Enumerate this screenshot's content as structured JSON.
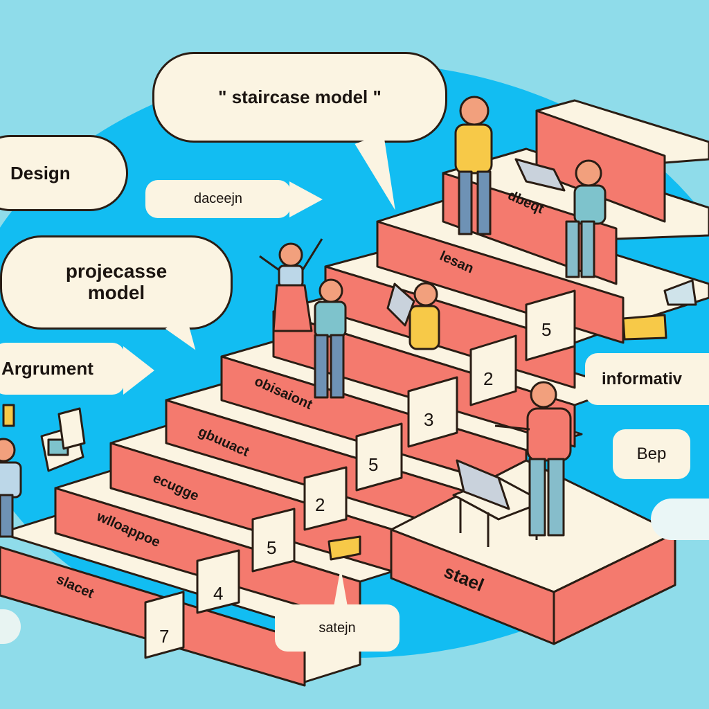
{
  "bubbles": {
    "title": "\" staircase model \"",
    "design": "Design",
    "daceejn": "daceejn",
    "projecasse": "projecasse\nmodel",
    "argrument": "Argrument",
    "informative": "informativ",
    "bep": "Bep",
    "satejn": "satejn"
  },
  "steps": {
    "labels": [
      "slacet",
      "wlloappoe",
      "ecugge",
      "gbuuact",
      "obisaiont",
      "lesan",
      "dbeqt"
    ],
    "numbers": [
      "7",
      "4",
      "5",
      "2",
      "5",
      "3",
      "2",
      "5"
    ]
  },
  "platform": {
    "label": "stael"
  },
  "colors": {
    "sky": "#8fdcea",
    "blob": "#12bdf2",
    "riser": "#f47a6e",
    "tread": "#fbf4e2",
    "outline": "#2a1d14"
  }
}
